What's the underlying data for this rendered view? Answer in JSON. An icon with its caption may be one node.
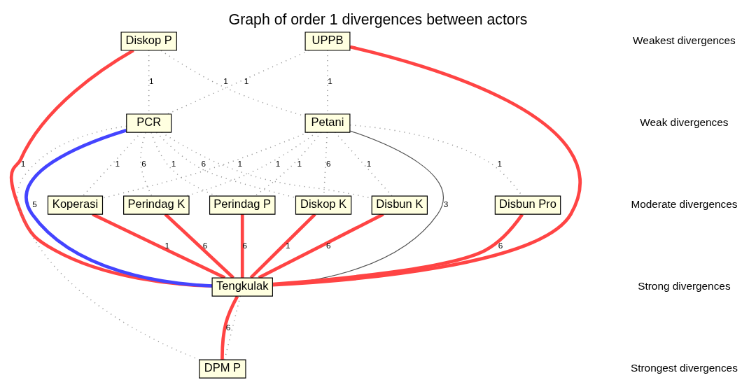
{
  "diagram": {
    "title": "Graph of order 1 divergences between actors",
    "nodes": [
      {
        "text": [
          "UPPB"
        ]
      },
      {
        "text": [
          "Koperasi"
        ]
      },
      {
        "text": [
          "Perindag P"
        ]
      },
      {
        "text": [
          "Diskop P"
        ]
      },
      {
        "text": [
          "PCR"
        ]
      },
      {
        "text": [
          "Petani"
        ]
      },
      {
        "text": [
          "Perindag K"
        ]
      },
      {
        "text": [
          "Diskop K"
        ]
      },
      {
        "text": [
          "Tengkulak"
        ]
      },
      {
        "text": [
          "Disbun K"
        ]
      },
      {
        "text": [
          "DPM P"
        ]
      },
      {
        "text": [
          "Disbun Pro"
        ]
      }
    ],
    "edges": [
      {
        "from": 0,
        "to": 8,
        "arrow": "none",
        "style": "thick",
        "color": "#ff4444"
      },
      {
        "from": 1,
        "to": 8,
        "arrow": "none",
        "label": "1",
        "style": "thick",
        "color": "#ff4444"
      },
      {
        "from": 2,
        "to": 8,
        "arrow": "none",
        "label": "6",
        "style": "thick",
        "color": "#ff4444"
      },
      {
        "from": 6,
        "to": 8,
        "arrow": "none",
        "label": "6",
        "style": "thick",
        "color": "#ff4444"
      },
      {
        "from": 3,
        "to": 8,
        "arrow": "none",
        "label": "1",
        "style": "thick",
        "color": "#ff4444"
      },
      {
        "from": 7,
        "to": 8,
        "arrow": "none",
        "label": "1",
        "style": "thick",
        "color": "#ff4444"
      },
      {
        "from": 9,
        "to": 8,
        "arrow": "none",
        "label": "6",
        "style": "thick",
        "color": "#ff4444"
      },
      {
        "from": 10,
        "to": 8,
        "arrow": "none",
        "label": "6",
        "style": "thick",
        "color": "#ff4444"
      },
      {
        "from": 11,
        "to": 8,
        "arrow": "none",
        "label": "6",
        "style": "thick",
        "color": "#ff4444"
      },
      {
        "from": 4,
        "to": 8,
        "arrow": "none",
        "label": "5",
        "style": "thick",
        "color": "#4444ff"
      },
      {
        "from": 5,
        "to": 8,
        "arrow": "none",
        "label": "3",
        "color": "#555555"
      },
      {
        "from": 0,
        "to": 4,
        "arrow": "none",
        "label": "1",
        "style": "dashed"
      },
      {
        "from": 0,
        "to": 5,
        "arrow": "none",
        "label": "1",
        "style": "dashed"
      },
      {
        "from": 4,
        "to": 1,
        "arrow": "none",
        "label": "1",
        "style": "dashed"
      },
      {
        "from": 5,
        "to": 1,
        "arrow": "none",
        "label": "1",
        "style": "dashed"
      },
      {
        "from": 4,
        "to": 2,
        "arrow": "none",
        "label": "1",
        "style": "dashed"
      },
      {
        "from": 5,
        "to": 2,
        "arrow": "none",
        "label": "1",
        "style": "dashed"
      },
      {
        "from": 3,
        "to": 4,
        "arrow": "none",
        "label": "1",
        "style": "dashed"
      },
      {
        "from": 3,
        "to": 5,
        "arrow": "none",
        "label": "1",
        "style": "dashed"
      },
      {
        "from": 4,
        "to": 6,
        "arrow": "none",
        "label": "6",
        "style": "dashed"
      },
      {
        "from": 5,
        "to": 6,
        "arrow": "none",
        "label": "1",
        "style": "dashed"
      },
      {
        "from": 4,
        "to": 7,
        "arrow": "none",
        "label": "6",
        "style": "dashed"
      },
      {
        "from": 4,
        "to": 9,
        "arrow": "none",
        "style": "dashed"
      },
      {
        "from": 5,
        "to": 7,
        "arrow": "none",
        "label": "6",
        "style": "dashed"
      },
      {
        "from": 5,
        "to": 9,
        "arrow": "none",
        "label": "1",
        "style": "dashed"
      },
      {
        "from": 4,
        "to": 10,
        "arrow": "none",
        "style": "dashed"
      },
      {
        "from": 5,
        "to": 11,
        "arrow": "none",
        "label": "1",
        "style": "dashed"
      },
      {
        "from": 8,
        "to": 10,
        "arrow": "none",
        "style": "dashed"
      }
    ],
    "legend": [
      {
        "text": "Weakest divergences"
      },
      {
        "text": "Weak divergences"
      },
      {
        "text": "Moderate divergences"
      },
      {
        "text": "Strong divergences"
      },
      {
        "text": "Strongest divergences"
      }
    ]
  }
}
